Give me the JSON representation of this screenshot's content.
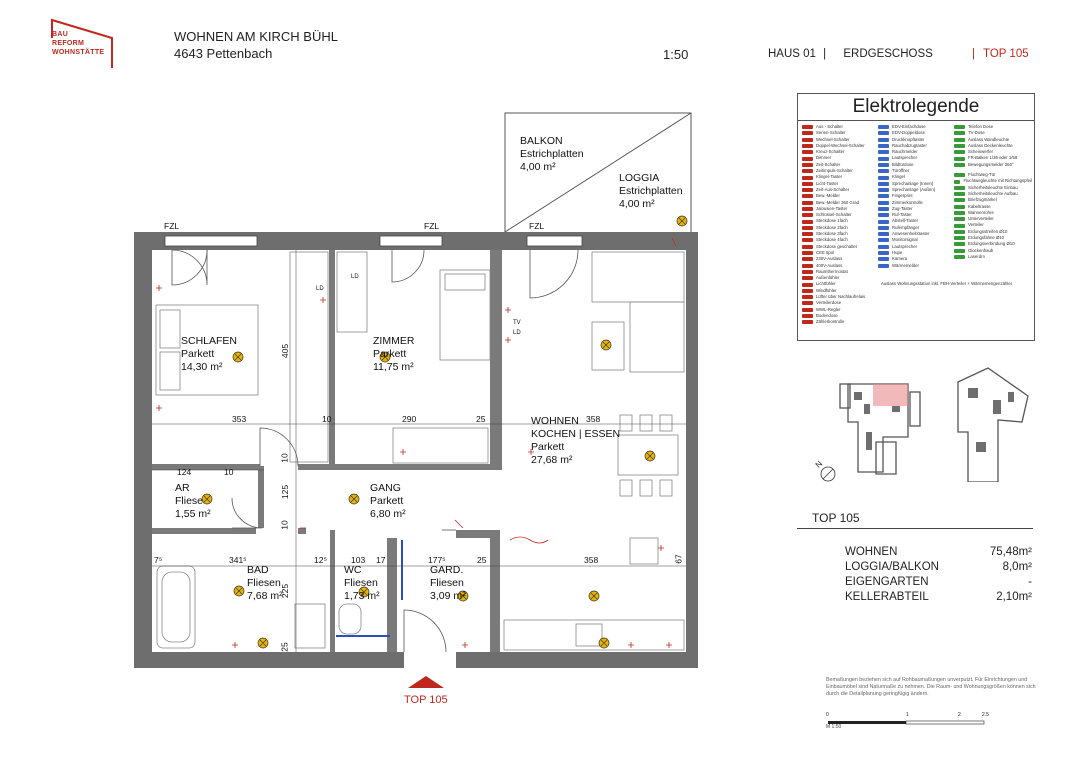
{
  "header": {
    "logo_lines": [
      "BAU",
      "REFORM",
      "WOHNSTÄTTE"
    ],
    "project": "WOHNEN AM KIRCH BÜHL",
    "address": "4643 Pettenbach",
    "scale": "1:50",
    "house": "HAUS 01",
    "sep1": "|",
    "floor": "ERDGESCHOSS",
    "sep2": "|",
    "unit": "TOP 105"
  },
  "rooms": {
    "schlafen": {
      "name": "SCHLAFEN",
      "floor": "Parkett",
      "area": "14,30 m²"
    },
    "zimmer": {
      "name": "ZIMMER",
      "floor": "Parkett",
      "area": "11,75 m²"
    },
    "wohnen": {
      "name1": "WOHNEN",
      "name2": "KOCHEN | ESSEN",
      "floor": "Parkett",
      "area": "27,68 m²"
    },
    "balkon": {
      "name": "BALKON",
      "floor": "Estrichplatten",
      "area": "4,00 m²"
    },
    "loggia": {
      "name": "LOGGIA",
      "floor": "Estrichplatten",
      "area": "4,00 m²"
    },
    "ar": {
      "name": "AR",
      "floor": "Fliese",
      "area": "1,55 m²"
    },
    "gang": {
      "name": "GANG",
      "floor": "Parkett",
      "area": "6,80 m²"
    },
    "bad": {
      "name": "BAD",
      "floor": "Fliesen",
      "area": "7,68 m²"
    },
    "wc": {
      "name": "WC",
      "floor": "Fliesen",
      "area": "1,73 m²"
    },
    "gard": {
      "name": "GARD.",
      "floor": "Fliesen",
      "area": "3,09 m²"
    }
  },
  "dimensions": {
    "d353": "353",
    "d10a": "10",
    "d290": "290",
    "d25a": "25",
    "d358a": "358",
    "d405": "405",
    "d124": "124",
    "d10b": "10",
    "d10c": "10",
    "d125": "125",
    "d10d": "10",
    "d7": "7⁵",
    "d341": "341⁵",
    "d12": "12⁵",
    "d103": "103",
    "d17": "17",
    "d177": "177⁵",
    "d25b": "25",
    "d358b": "358",
    "d225": "225",
    "d25c": "25",
    "d67": "67"
  },
  "fixture_labels": {
    "fzl1": "FZL",
    "fzl2": "FZL",
    "fzl3": "FZL",
    "ld1": "LD",
    "ld2": "LD",
    "ld3": "LD",
    "tv": "TV"
  },
  "entrance": {
    "label": "TOP 105"
  },
  "legend": {
    "title": "Elektrolegende",
    "col1": [
      "Aus - Schalter",
      "Serien-Schalter",
      "Wechsel-Schalter",
      "Doppel-Wechsel-Schalter",
      "Kreuz-Schalter",
      "Dimmer",
      "Zeit-Schalter",
      "Zeitimpuls-Schalter",
      "Klingel-Taster",
      "Licht-Taster",
      "Zeit-Aus-Schalter",
      "Bew.-Melder",
      "Bew.-Melder 360 Grad",
      "Jalousien-Taster",
      "Schlüssel-Schalter",
      "Steckdose 1fach",
      "Steckdose 2fach",
      "Steckdose 3fach",
      "Steckdose 4fach",
      "Steckdose geschaltet",
      "CEE 5pol",
      "230V-Auslass",
      "400V-Auslass",
      "Raumthermostat",
      "Außenfühler",
      "Lichtfühler",
      "Windfühler",
      "Lüfter über Nachlaufrelais",
      "Verteilerdose",
      "WWL-Regler",
      "Bodendose",
      "Zählerkontrolle"
    ],
    "col2": [
      "EDV-Einfachdose",
      "EDV-Doppeldose",
      "Druckknopftaster",
      "Rauchabzugtaster",
      "Rauchmelder",
      "Lautsprecher",
      "Bildtürdose",
      "Türöffner",
      "Klingel",
      "Sprechanlage (Innen)",
      "Sprechanlage (Außen)",
      "Fingerprint",
      "Zimmerkontrolle",
      "Zug-Taster",
      "Ruf-Taster",
      "Abstell-Taster",
      "Rufempfänger",
      "Anwesenheitstaster",
      "Monitorsignal",
      "Lautsprecher",
      "Hupe",
      "Kamera",
      "Wärmemelder",
      "",
      "",
      "",
      "Auslass Wohnungsstation inkl. FBH-Verteiler + Wärmemengenzähler"
    ],
    "col3": [
      "Telefon Dose",
      "TV-Dose",
      "Auslass Wandleuchte",
      "Auslass Deckenleuchte",
      "Scheinwerfer",
      "FR-Balken 1/36 oder 1/58",
      "Bewegungsmelder 360°",
      "",
      "Fluchtweg-Tür",
      "Fluchtwegleuchte mit Richtungspfeil",
      "Sicherheitsleuchte Einbau",
      "Sicherheitsleuchte Aufbau",
      "Briefzugmarkel",
      "Kabeltrasse",
      "Wannenrohre",
      "Unterverteiler",
      "Verteiler",
      "Erdungsstreifen Ø10",
      "Erdungsfahne Ø10",
      "Erdungsverbindung Ø10",
      "Glockenhaub",
      "Laserdrn"
    ]
  },
  "summary": {
    "title": "TOP 105",
    "rows": [
      {
        "label": "WOHNEN",
        "value": "75,48m²"
      },
      {
        "label": "LOGGIA/BALKON",
        "value": "8,0m²"
      },
      {
        "label": "EIGENGARTEN",
        "value": "-"
      },
      {
        "label": "KELLERABTEIL",
        "value": "2,10m²"
      }
    ]
  },
  "note": "Bemaßungen beziehen sich auf Rohbaumaßungen unverputzt. Für Einrichtungen und Einbaumöbel sind Naturmaße zu nehmen. Die Raum- und Wohnungsgrößen können sich durch die Detailplanung geringfügig ändern.",
  "scalebar": {
    "ticks": [
      "0",
      "1",
      "2",
      "2.5"
    ],
    "label": "M 1:50"
  },
  "keyplan": {
    "north": "N"
  },
  "colors": {
    "accent": "#c0281e",
    "wall": "#6e6e6e",
    "highlight": "#e88a8a",
    "fixture": "#e8b400"
  }
}
